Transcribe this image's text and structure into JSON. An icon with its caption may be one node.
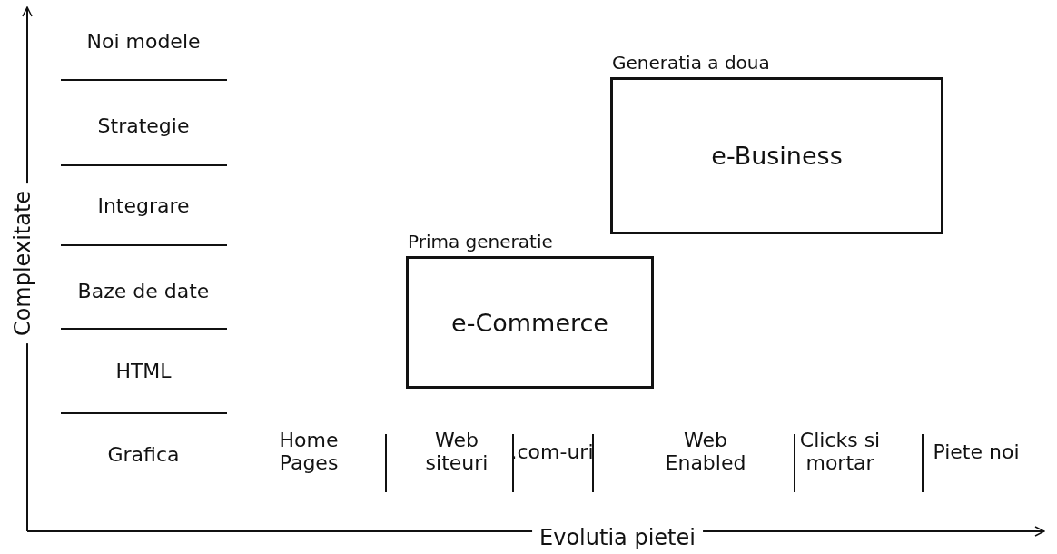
{
  "diagram": {
    "nodes": [
      {
        "text": [
          "Generatia a doua",
          "e-Business"
        ]
      },
      {
        "text": [
          "Prima generatie",
          "e-Commerce"
        ]
      }
    ],
    "labels": [
      "Complexitate",
      "Noi modele",
      "Strategie",
      "Integrare",
      "Baze de date",
      "HTML",
      "Grafica",
      "Home Pages",
      "Web siteuri",
      ".com-uri",
      "Web Enabled",
      "Clicks si mortar",
      "Piete noi",
      "Evolutia pietei"
    ]
  }
}
